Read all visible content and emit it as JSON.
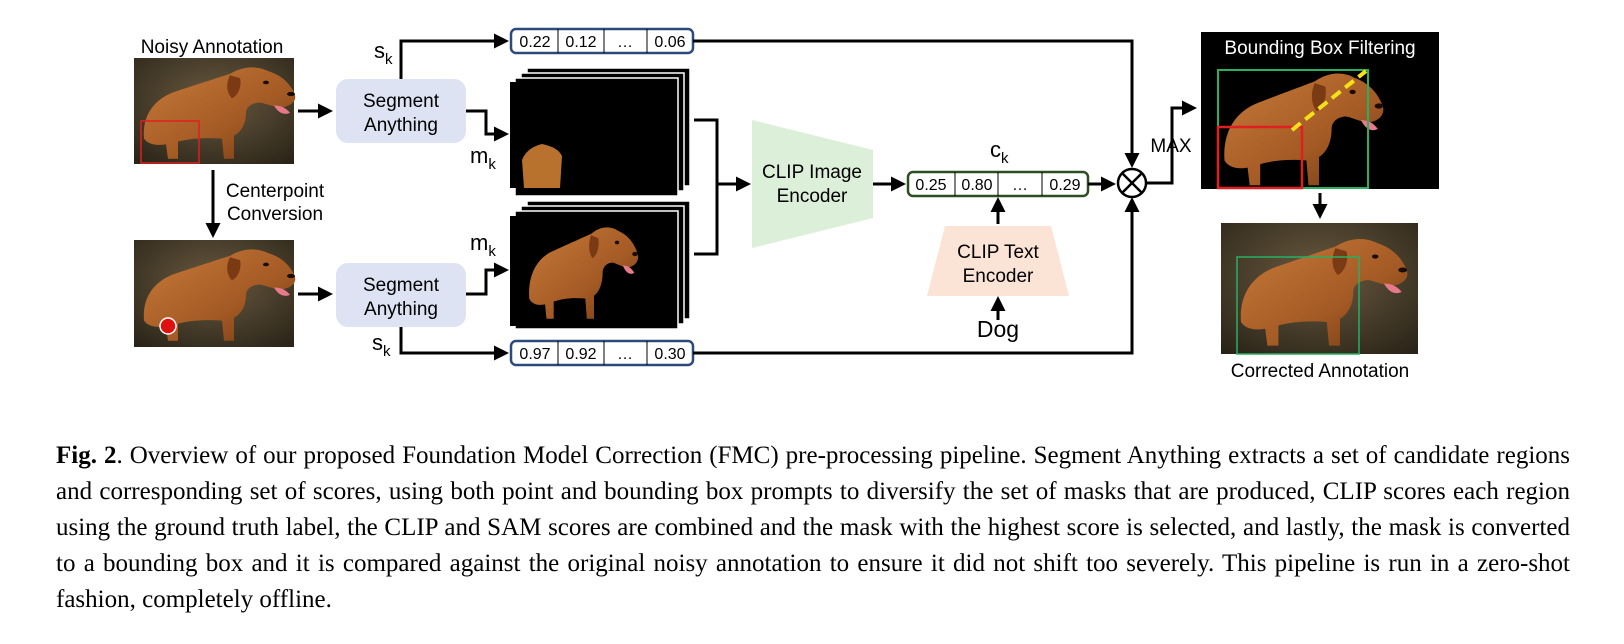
{
  "labels": {
    "noisy_annotation": "Noisy Annotation",
    "centerpoint_conversion_1": "Centerpoint",
    "centerpoint_conversion_2": "Conversion",
    "segment_anything_1": "Segment",
    "segment_anything_2": "Anything",
    "s_symbol": "s",
    "m_symbol": "m",
    "c_symbol": "c",
    "subscript_k": "k",
    "clip_image_encoder_1": "CLIP Image",
    "clip_image_encoder_2": "Encoder",
    "clip_text_encoder_1": "CLIP Text",
    "clip_text_encoder_2": "Encoder",
    "text_input": "Dog",
    "max": "MAX",
    "bounding_box_filtering": "Bounding Box Filtering",
    "corrected_annotation": "Corrected Annotation"
  },
  "score_vectors": {
    "top_sam_scores": [
      "0.22",
      "0.12",
      "…",
      "0.06"
    ],
    "bottom_sam_scores": [
      "0.97",
      "0.92",
      "…",
      "0.30"
    ],
    "clip_scores": [
      "0.25",
      "0.80",
      "…",
      "0.29"
    ]
  },
  "caption": {
    "label": "Fig. 2",
    "text": ".  Overview of our proposed Foundation Model Correction (FMC) pre-processing pipeline.  Segment Anything extracts a set of candidate regions and corresponding set of scores, using both point and bounding box prompts to diversify the set of masks that are produced, CLIP scores each region using the ground truth label, the CLIP and SAM scores are combined and the mask with the highest score is selected, and lastly, the mask is converted to a bounding box and it is compared against the original noisy annotation to ensure it did not shift too severely. This pipeline is run in a zero-shot fashion, completely offline."
  },
  "colors": {
    "sam_box": "#dde3f3",
    "sam_score_border": "#2e4a7d",
    "clip_image_encoder": "#dcefd8",
    "clip_score_border": "#2f4d22",
    "clip_text_encoder": "#fbe3d6",
    "noisy_box": "#e02020",
    "corrected_box": "#27b062",
    "filter_line": "#f5e11a",
    "point_marker": "#e01010"
  }
}
